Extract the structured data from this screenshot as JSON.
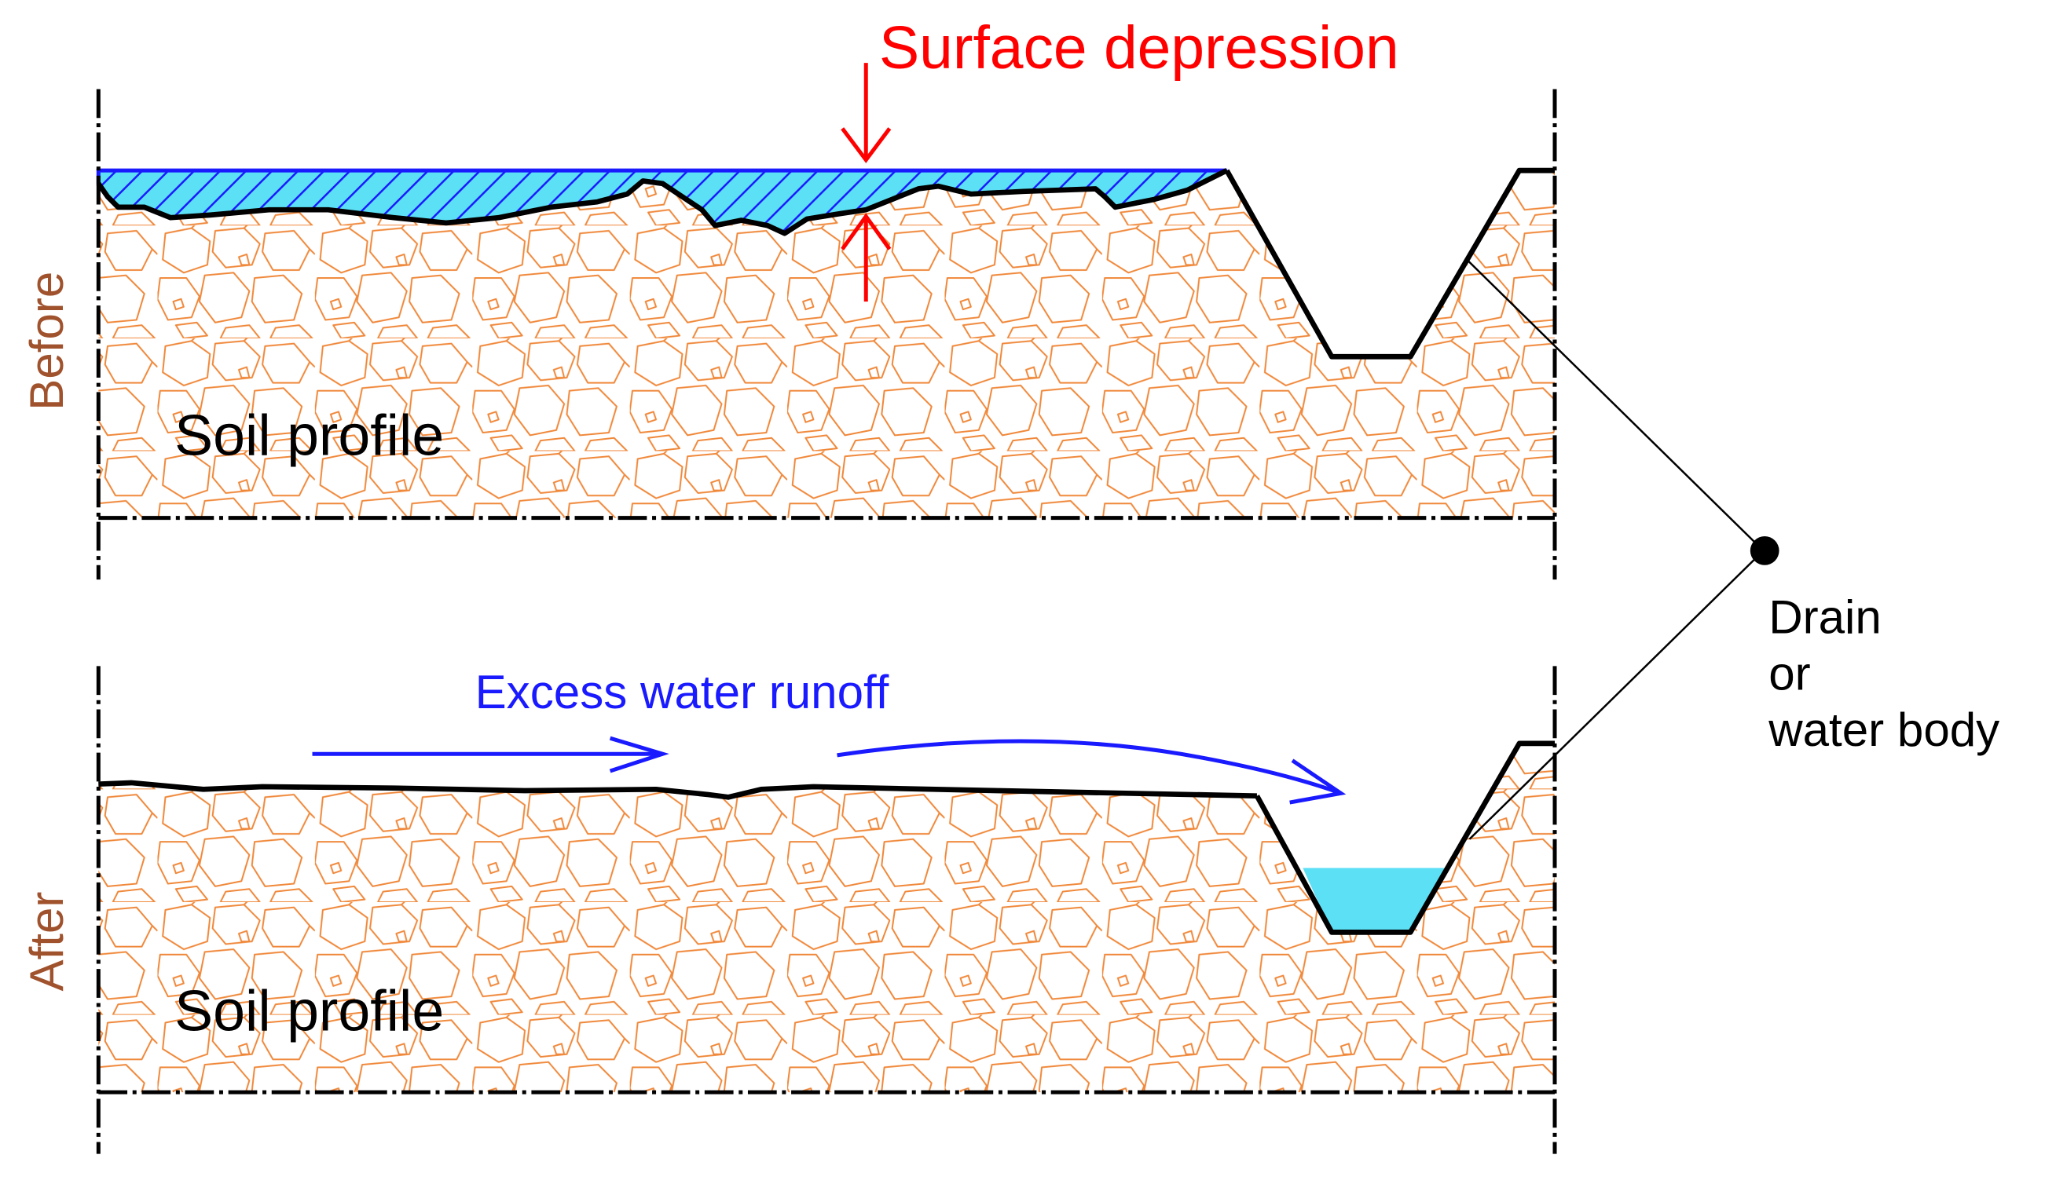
{
  "labels": {
    "surface_depression": "Surface depression",
    "excess_water_runoff": "Excess water runoff",
    "before": "Before",
    "after": "After",
    "soil_profile_top": "Soil profile",
    "soil_profile_bottom": "Soil profile",
    "drain_line1": "Drain",
    "drain_line2": "or",
    "drain_line3": "water body"
  },
  "colors": {
    "soil_pattern": "#f0883a",
    "water_fill": "#5be0f5",
    "water_hatch": "#1a1aff",
    "annotation_red": "#ff0000",
    "runoff_blue": "#1a1aff",
    "panel_label_brown": "#a0522d",
    "outline": "#000000"
  }
}
